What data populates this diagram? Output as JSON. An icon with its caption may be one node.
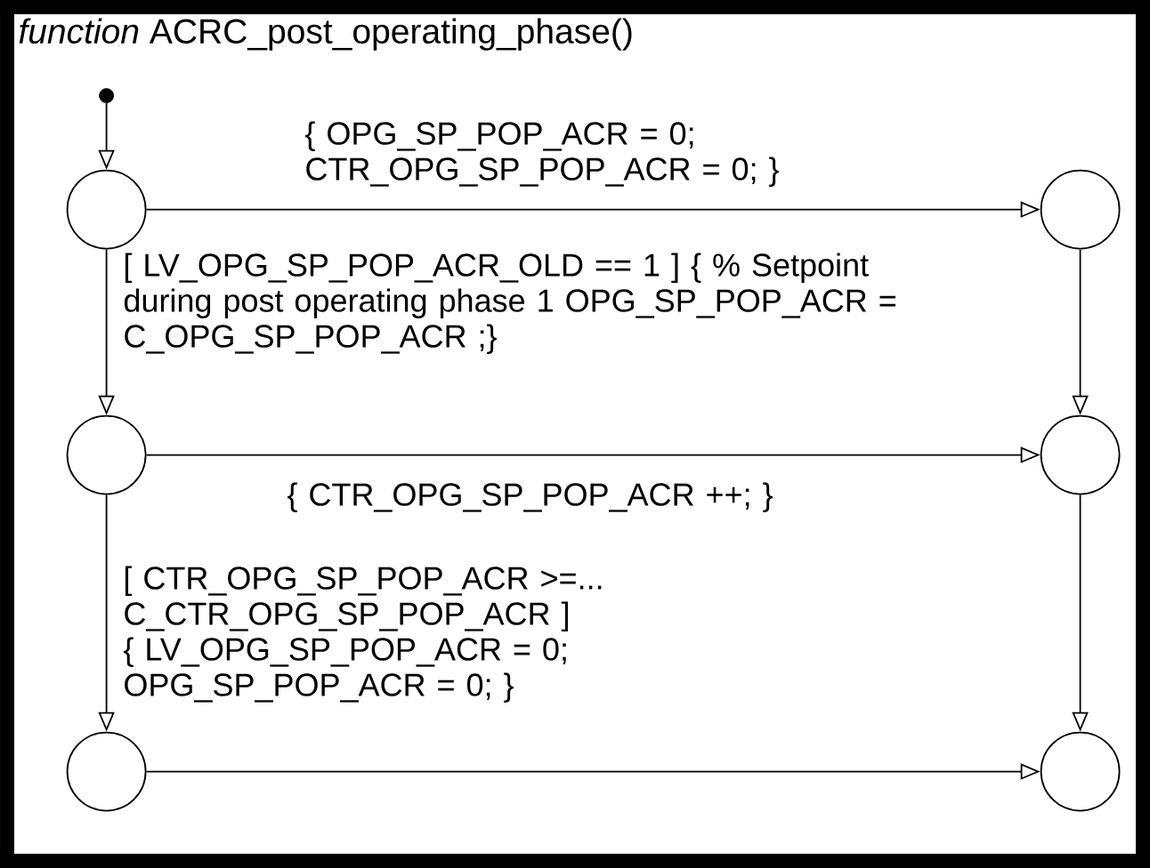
{
  "diagram": {
    "nodes": [
      {
        "text": [
          "*function* ACRC_post_operating_phase()"
        ]
      },
      {
        "text": [],
        "shape": "dot",
        "in": 0
      },
      {
        "text": [],
        "shape": "circle",
        "in": 0
      },
      {
        "text": [],
        "shape": "circle",
        "in": 0
      },
      {
        "text": [],
        "shape": "circle",
        "in": 0
      },
      {
        "text": [],
        "shape": "circle",
        "in": 0
      },
      {
        "text": [],
        "shape": "circle",
        "in": 0
      },
      {
        "text": [],
        "shape": "circle",
        "in": 0
      }
    ],
    "edges": [
      {
        "from": 1,
        "to": 2,
        "arrow": "to"
      },
      {
        "from": 2,
        "to": 3,
        "arrow": "to",
        "label": "{ OPG_SP_POP_ACR = 0; CTR_OPG_SP_POP_ACR = 0; }"
      },
      {
        "from": 2,
        "to": 4,
        "arrow": "to",
        "label": "[ LV_OPG_SP_POP_ACR_OLD == 1 ] { % Setpoint during post operating phase 1 OPG_SP_POP_ACR = C_OPG_SP_POP_ACR ;}"
      },
      {
        "from": 3,
        "to": 5,
        "arrow": "to"
      },
      {
        "from": 4,
        "to": 5,
        "arrow": "to",
        "label": "{ CTR_OPG_SP_POP_ACR ++; }"
      },
      {
        "from": 4,
        "to": 6,
        "arrow": "to",
        "label": "[ CTR_OPG_SP_POP_ACR >=... C_CTR_OPG_SP_POP_ACR ] { LV_OPG_SP_POP_ACR = 0; OPG_SP_POP_ACR = 0; }"
      },
      {
        "from": 5,
        "to": 7,
        "arrow": "to"
      },
      {
        "from": 6,
        "to": 7,
        "arrow": "to"
      }
    ]
  }
}
